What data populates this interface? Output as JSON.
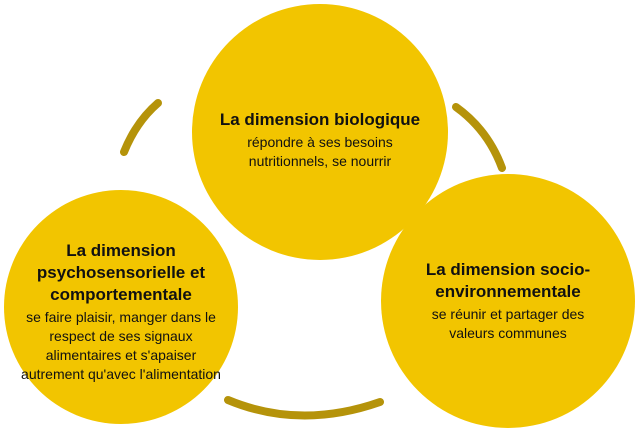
{
  "colors": {
    "circle_fill": "#F2C500",
    "arc_stroke": "#B5930A",
    "text": "#111111",
    "background": "#FFFFFF"
  },
  "circles": {
    "biologique": {
      "title": "La dimension biologique",
      "description": "répondre à ses besoins nutritionnels, se nourrir"
    },
    "psychosensorielle": {
      "title": "La dimension psychosensorielle et comportementale",
      "description": "se faire plaisir, manger dans le respect de ses signaux alimentaires et s'apaiser autrement qu'avec l'alimentation"
    },
    "socio": {
      "title": "La dimension socio-environnementale",
      "description": "se réunir et partager des valeurs communes"
    }
  }
}
